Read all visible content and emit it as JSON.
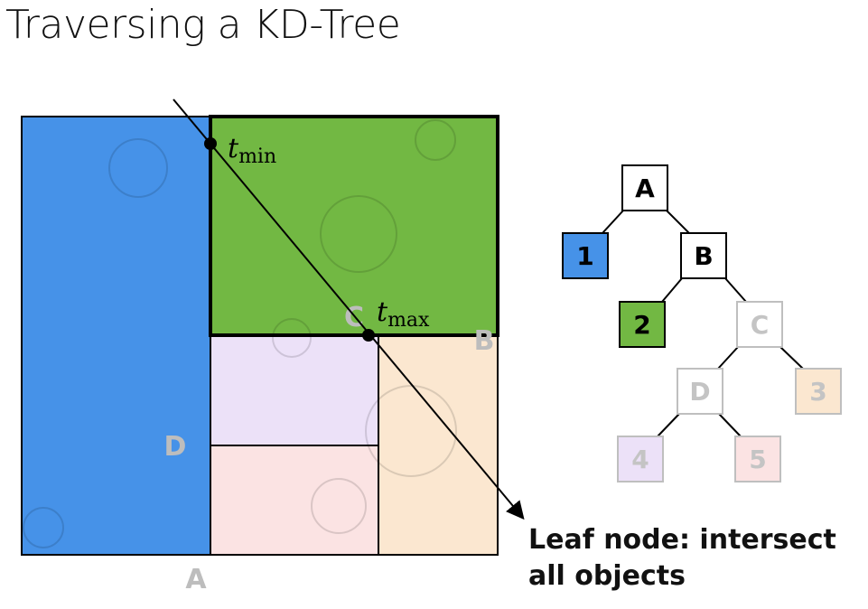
{
  "title": "Traversing a KD-Tree",
  "region_labels": {
    "a": "A",
    "b": "B",
    "c": "C",
    "d": "D"
  },
  "ray_labels": {
    "tmin_base": "t",
    "tmin_sub": "min",
    "tmax_base": "t",
    "tmax_sub": "max"
  },
  "tree": {
    "nodes": [
      {
        "id": "A",
        "label": "A",
        "style": "active"
      },
      {
        "id": "1",
        "label": "1",
        "style": "leaf-blue"
      },
      {
        "id": "B",
        "label": "B",
        "style": "active"
      },
      {
        "id": "2",
        "label": "2",
        "style": "leaf-green"
      },
      {
        "id": "C",
        "label": "C",
        "style": "faded"
      },
      {
        "id": "D",
        "label": "D",
        "style": "faded"
      },
      {
        "id": "3",
        "label": "3",
        "style": "faded-orange"
      },
      {
        "id": "4",
        "label": "4",
        "style": "faded-purple"
      },
      {
        "id": "5",
        "label": "5",
        "style": "faded-pink"
      }
    ]
  },
  "caption": {
    "line1": "Leaf node: intersect",
    "line2": "all objects"
  },
  "colors": {
    "blue": "#4692e8",
    "green": "#72b843",
    "purple": "#ece1f8",
    "pink": "#fbe3e3",
    "orange": "#fbe7d0",
    "faded_text": "#bdbdbd"
  }
}
